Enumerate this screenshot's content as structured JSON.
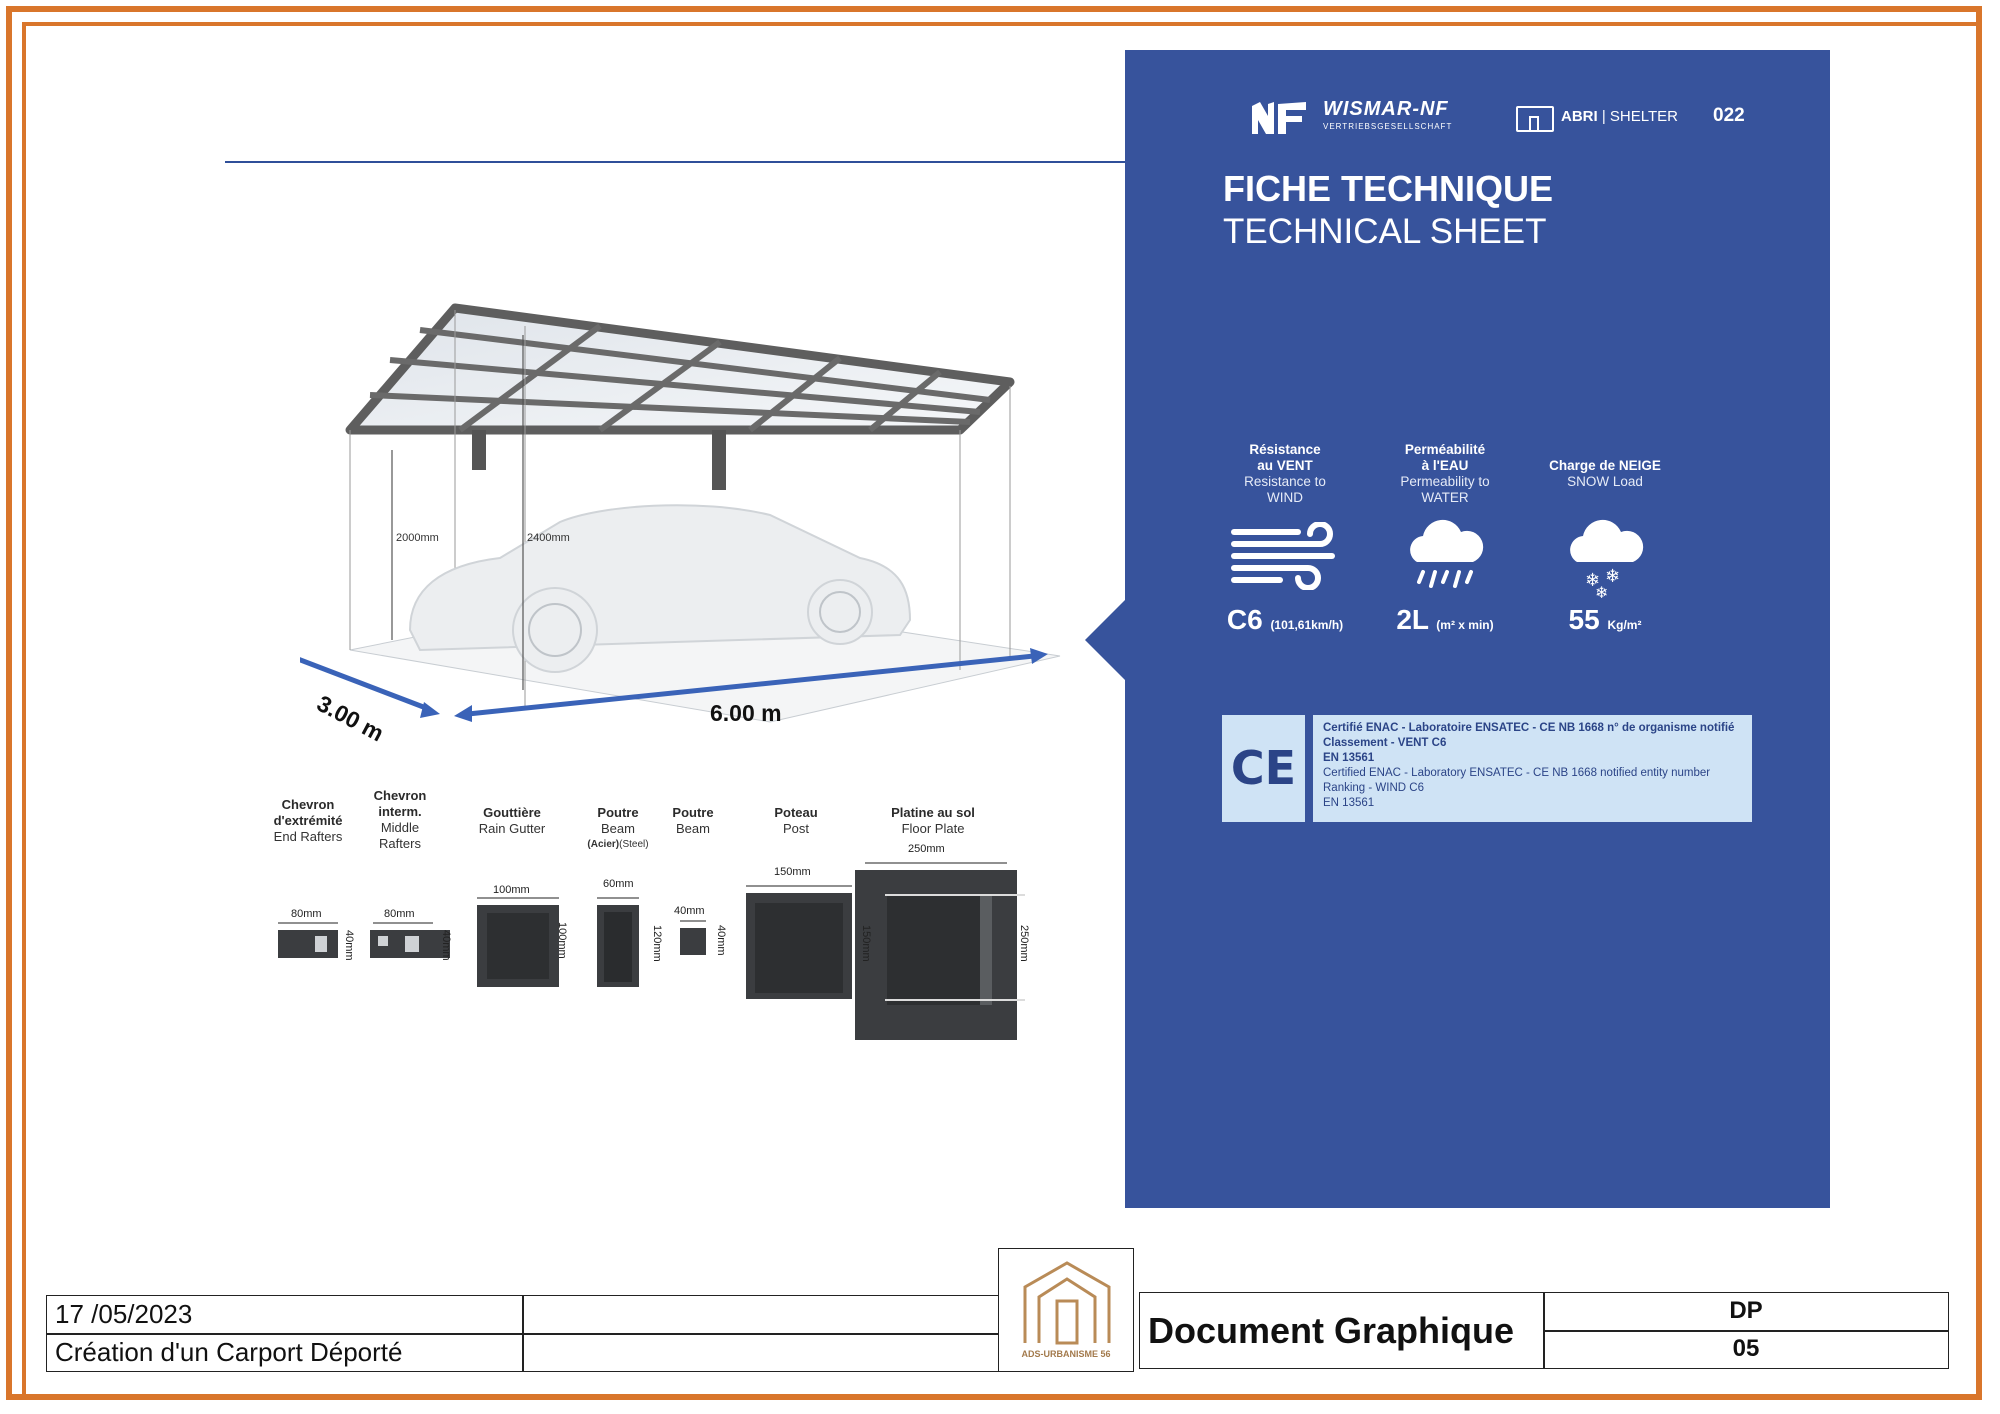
{
  "sheet": {
    "brand": "WISMAR-NF",
    "brand_sub": "VERTRIEBSGESELLSCHAFT",
    "category": "ABRI",
    "category_en": "SHELTER",
    "number": "022",
    "title_fr": "FICHE TECHNIQUE",
    "title_en": "TECHNICAL SHEET",
    "performance": [
      {
        "title": "Résistance au VENT",
        "title_line1": "Résistance",
        "title_line2": "au VENT",
        "sub_line1": "Resistance to",
        "sub_line2": "WIND",
        "value": "C6",
        "unit": "(101,61km/h)",
        "icon": "wind-icon"
      },
      {
        "title_line1": "Perméabilité",
        "title_line2": "à l'EAU",
        "sub_line1": "Permeability to",
        "sub_line2": "WATER",
        "value": "2L",
        "unit": "(m² x min)",
        "icon": "rain-cloud-icon"
      },
      {
        "title_line1": "Charge de NEIGE",
        "title_line2": "",
        "sub_line1": "SNOW Load",
        "sub_line2": "",
        "value": "55",
        "unit": "Kg/m²",
        "icon": "snow-cloud-icon"
      }
    ],
    "cert": {
      "mark": "CE",
      "fr_line1": "Certifié ENAC - Laboratoire ENSATEC - CE NB 1668 n° de organisme notifié",
      "fr_line2": "Classement - VENT C6",
      "fr_line3": "EN 13561",
      "en_line1": "Certified ENAC - Laboratory ENSATEC - CE NB 1668 notified entity number",
      "en_line2": "Ranking - WIND C6",
      "en_line3": "EN 13561"
    }
  },
  "carport": {
    "height_front": "2000mm",
    "height_back": "2400mm",
    "depth": "3.00 m",
    "length": "6.00 m"
  },
  "profiles": [
    {
      "name_fr_1": "Chevron",
      "name_fr_2": "d'extrémité",
      "name_en_1": "End Rafters",
      "name_en_2": "",
      "width": "80mm",
      "height": "40mm"
    },
    {
      "name_fr_1": "Chevron",
      "name_fr_2": "interm.",
      "name_en_1": "Middle",
      "name_en_2": "Rafters",
      "width": "80mm",
      "height": "40mm"
    },
    {
      "name_fr_1": "Gouttière",
      "name_fr_2": "",
      "name_en_1": "Rain Gutter",
      "name_en_2": "",
      "width": "100mm",
      "height": "100mm"
    },
    {
      "name_fr_1": "Poutre",
      "name_fr_2": "",
      "name_en_1": "Beam",
      "name_en_2": "",
      "note_b": "(Acier)",
      "note": "(Steel)",
      "width": "60mm",
      "height": "120mm"
    },
    {
      "name_fr_1": "Poutre",
      "name_fr_2": "",
      "name_en_1": "Beam",
      "name_en_2": "",
      "width": "40mm",
      "height": "40mm"
    },
    {
      "name_fr_1": "Poteau",
      "name_fr_2": "",
      "name_en_1": "Post",
      "name_en_2": "",
      "width": "150mm",
      "height": "150mm"
    },
    {
      "name_fr_1": "Platine au sol",
      "name_fr_2": "",
      "name_en_1": "Floor Plate",
      "name_en_2": "",
      "width": "250mm",
      "height": "250mm"
    }
  ],
  "title_block": {
    "date": "17 /05/2023",
    "project": "Création d'un Carport Déporté",
    "doc_type": "Document Graphique",
    "code": "DP",
    "page": "05",
    "logo_text": "ADS-URBANISME 56"
  },
  "colors": {
    "frame": "#d9762b",
    "sheet_blue": "#37539c",
    "dim_arrow": "#3a63b8"
  }
}
